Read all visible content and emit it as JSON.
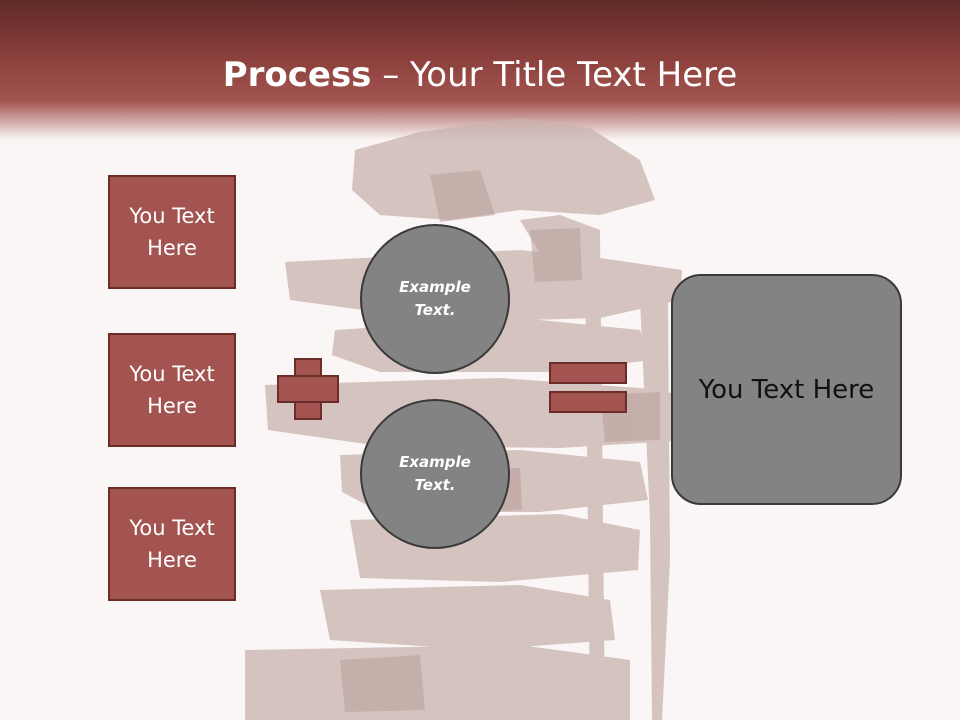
{
  "title": {
    "bold": "Process",
    "rest": " – Your Title Text Here"
  },
  "left_boxes": [
    {
      "label": "You Text Here"
    },
    {
      "label": "You Text Here"
    },
    {
      "label": "You Text Here"
    }
  ],
  "circles": [
    {
      "label": "Example Text."
    },
    {
      "label": "Example Text."
    }
  ],
  "result": {
    "label": "You Text Here"
  },
  "colors": {
    "header_dark": "#5e2a28",
    "box_fill": "#a35450",
    "box_border": "#6b2d2a",
    "circle_fill": "#838383",
    "background": "#faf6f5"
  }
}
